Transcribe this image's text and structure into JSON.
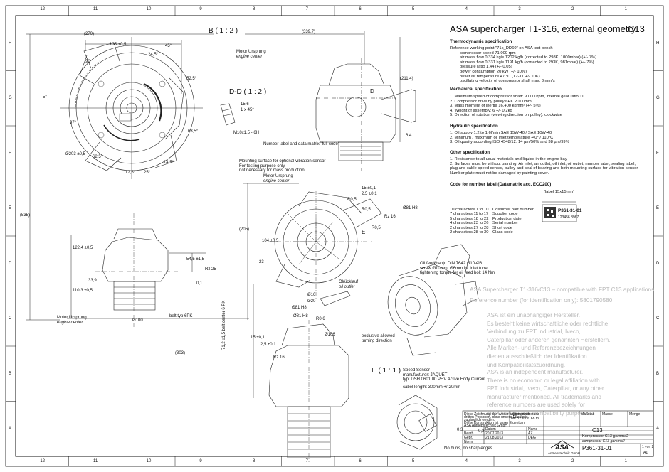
{
  "grid": {
    "columns": [
      "12",
      "11",
      "10",
      "9",
      "8",
      "7",
      "6",
      "5",
      "4",
      "3",
      "2",
      "1"
    ],
    "rows": [
      "H",
      "G",
      "F",
      "E",
      "D",
      "C",
      "B",
      "A"
    ]
  },
  "header": {
    "title": "ASA supercharger T1-316, external geometry",
    "code": "C13"
  },
  "views": {
    "b": "B ( 1 : 2 )",
    "dd": "D-D ( 1 : 2 )",
    "e": "E ( 1 : 1 )",
    "d": "D",
    "e_marker": "E"
  },
  "spec": {
    "thermo_head": "Thermodynamic specification",
    "thermo_lines": [
      "Reference working point \"71k_DD60\" on ASA test bench",
      "compressor speed    71.000 rpm",
      "air mass flow          0,334 kg/s 1202 kg/h (corrected to 298K, 1000mbar) (+/- 7%)",
      "air mass flow          0,331 kg/s 1191 kg/h (corrected to 293K, 981mbar) (+/- 7%)",
      "pressure ratio         1,44 (+/- 0,05)",
      "power consumption  20 kW (+/- 10%)",
      "outlet air temperature  47 °C (T2-T1 +/- 10K)",
      "oscillating velocity of compressor shaft max. 3 mm/s"
    ],
    "mech_head": "Mechanical specification",
    "mech_lines": [
      "1. Maximum speed of compressor shaft: 90.000rpm, internal gear ratio 11",
      "2. Compressor drive by pulley 6PK Ø100mm",
      "3. Mass moment of inertia 16.400 kgmm² (+/- 5%)",
      "4. Weight of assembly: 6 +/- 0,2kg",
      "5. Direction of rotation (viewing direction on pulley): clockwise"
    ],
    "hyd_head": "Hydraulic specification",
    "hyd_lines": [
      "1. Oil supply 1,2 to 1,6l/min SAE 15W-40 / SAE 10W-40",
      "2. Minimum / maximum oil inlet temperature -40° / 110°C",
      "3. Oil quality according ISO 4548/12: 14 µm/50% and 38 µm/99%"
    ],
    "other_head": "Other specification",
    "other_lines": [
      "1. Resistance to all usual materials and liquids in the engine bay",
      "2. Surfaces must be without painting: Air inlet, air outlet, oil inlet, oil outlet, number label, sealing label,",
      "    plug and cable speed sensor, pulley and seal of bearing and both mounting surface for vibration sensor.",
      "    Number plate must not be damaged by painting cover."
    ],
    "label_head": "Code for number label (Datamatrix acc. ECC200)",
    "label_size": "(label 15x15mm)",
    "label_rows": [
      [
        "10 characters 1 to 10",
        "Costumer part number"
      ],
      [
        "7 characters 11 to 17",
        "Supplier code"
      ],
      [
        "5 characters 18 to 22",
        "Production date"
      ],
      [
        "4 characters 23 to 26",
        "Serial number"
      ],
      [
        "2 characters 27 to 28",
        "Short code"
      ],
      [
        "2 characters 28 to 30",
        "Class code"
      ]
    ],
    "label_part": "P361-31-01",
    "label_serial": "123456 8987"
  },
  "watermark": {
    "line1": "ASA Supercharger T1-316/C13 – compatible with FPT C13 applications",
    "line2": "Reference number (for identification only): 5801790580",
    "de": [
      "ASA ist ein unabhängiger Hersteller.",
      "Es besteht keine wirtschaftliche oder rechtliche",
      " Verbindung zu FPT Industrial, Iveco,",
      "Caterpillar oder anderen genannten Herstellern.",
      "Alle Marken- und Referenzbezeichnungen",
      "dienen ausschließlich der Identifikation",
      "und Kompatibilitätszuordnung."
    ],
    "en": [
      "ASA is an independent manufacturer.",
      "There is no economic or legal affiliation with",
      "FPT Industrial, Iveco, Caterpillar, or any other",
      "manufacturer mentioned. All trademarks and",
      " reference numbers are used solely for",
      "identification and compatibility purposes."
    ]
  },
  "annotations": {
    "motor_origin_1": "Motor Ursprung",
    "motor_origin_1b": "engine center",
    "motor_origin_2": "Motor Ursprung",
    "motor_origin_2b": "engine center",
    "motor_origin_3": "Motor Ursprung",
    "motor_origin_3b": "engine center",
    "number_label": "Number label and data matrix \"full code\"",
    "mounting": [
      "Mounting surface for optional vibration sensor",
      "For testing purpose only,",
      "not necessary for mass production"
    ],
    "belt": "belt typ 6PK",
    "belt_center": "71,2 ±1,5 belt center 6 PK",
    "oil_feed": [
      "Oil feed banjo DIN 7642 Ø10-Ø6",
      "screw Ø10mm, Ø6mm for inlet tube",
      "tightening torque for oil feed bolt 14 Nm"
    ],
    "oil_outlet_de": "Ölrücklauf",
    "oil_outlet_en": "oil outlet",
    "turning": [
      "exclusive allowed",
      "turning direction"
    ],
    "speed_sensor": [
      "Speed Sensor",
      "manufacturer: JAQUET",
      "typ: DSH 0601.00 PHV Active Eddy Current"
    ],
    "cable": "cabel length: 300mm +/-20mm",
    "burrs": "No burrs, no sharp edges",
    "thread": "M10x1.5 - 6H",
    "chamfer": "1 x 45°",
    "chamfer_depth": "15,6"
  },
  "dims": {
    "d270": "(270)",
    "d339": "(339,7)",
    "d135": "135 ±0,5",
    "d245": "24,5°",
    "d45": "45°",
    "d90": "90",
    "d5": "5°",
    "d525": "52,5°",
    "d635": "63,5°",
    "d625": "62,5°",
    "d175": "17,5°",
    "d25": "25°",
    "d145": "14,5°",
    "d203": "Ø203 ±0,5",
    "d37": "37°",
    "d535": "(535)",
    "d205": "(205)",
    "d303": "(303)",
    "d1224": "122,4 ±0,5",
    "d1103": "110,3 ±0,5",
    "d339b": "33,9",
    "d100": "Ø100",
    "d545": "54,5 ±1,5",
    "rz25": "Rz 25",
    "flat": "0,1",
    "d2114": "(211,4)",
    "d64": "6,4",
    "d15": "15 ±0,1",
    "d25b": "2,5 ±0,1",
    "r05": "R0,5",
    "rz16": "Rz 16",
    "d81": "Ø81 H8",
    "d16": "Ø16",
    "d20": "Ø20",
    "d1044": "104 ±0,5",
    "d23": "23",
    "r05b": "R0,5",
    "r05c": "R0,5",
    "d15c": "15 ±0,1",
    "d25c": "2,5 ±0,1",
    "rz16c": "Rz 16",
    "d81c": "Ø81 H8",
    "r06": "R0,6",
    "d03": "0,3",
    "d03b": "0,3",
    "d105": "Ø106",
    "d81h": "Ø81 H8"
  },
  "titleblock": {
    "note": [
      "Diese Zeichnung darf weder kopiert, noch",
      "dritten Personen, ohne unsere Erlaubnis,",
      "zugänglich werden.",
      "Diese Konstruktion ist unser Eigentum.",
      "ASA Antriebstechnik GmbH"
    ],
    "tolerances": "Allgemeintoleranz",
    "tolerances_std": "nach DIN 7168 m",
    "masstab": "Maßstab",
    "masse": "Masse",
    "menge": "Menge",
    "datum": "Datum",
    "name": "Name",
    "bearb": "Bearb.",
    "gepr": "Gepr.",
    "norm": "Norm",
    "date1": "20.07.2013",
    "date2": "21.08.2013",
    "name1": "AZ",
    "name2": "DEG",
    "part": "C13",
    "desc1": "Kompressor C13 gamma2",
    "desc2": "compressor C13 gamma2",
    "number": "P361-31-01",
    "sheet": "1 von 2",
    "format": "A1",
    "logo": "ASA",
    "company": "Antriebstechnik GmbH"
  }
}
